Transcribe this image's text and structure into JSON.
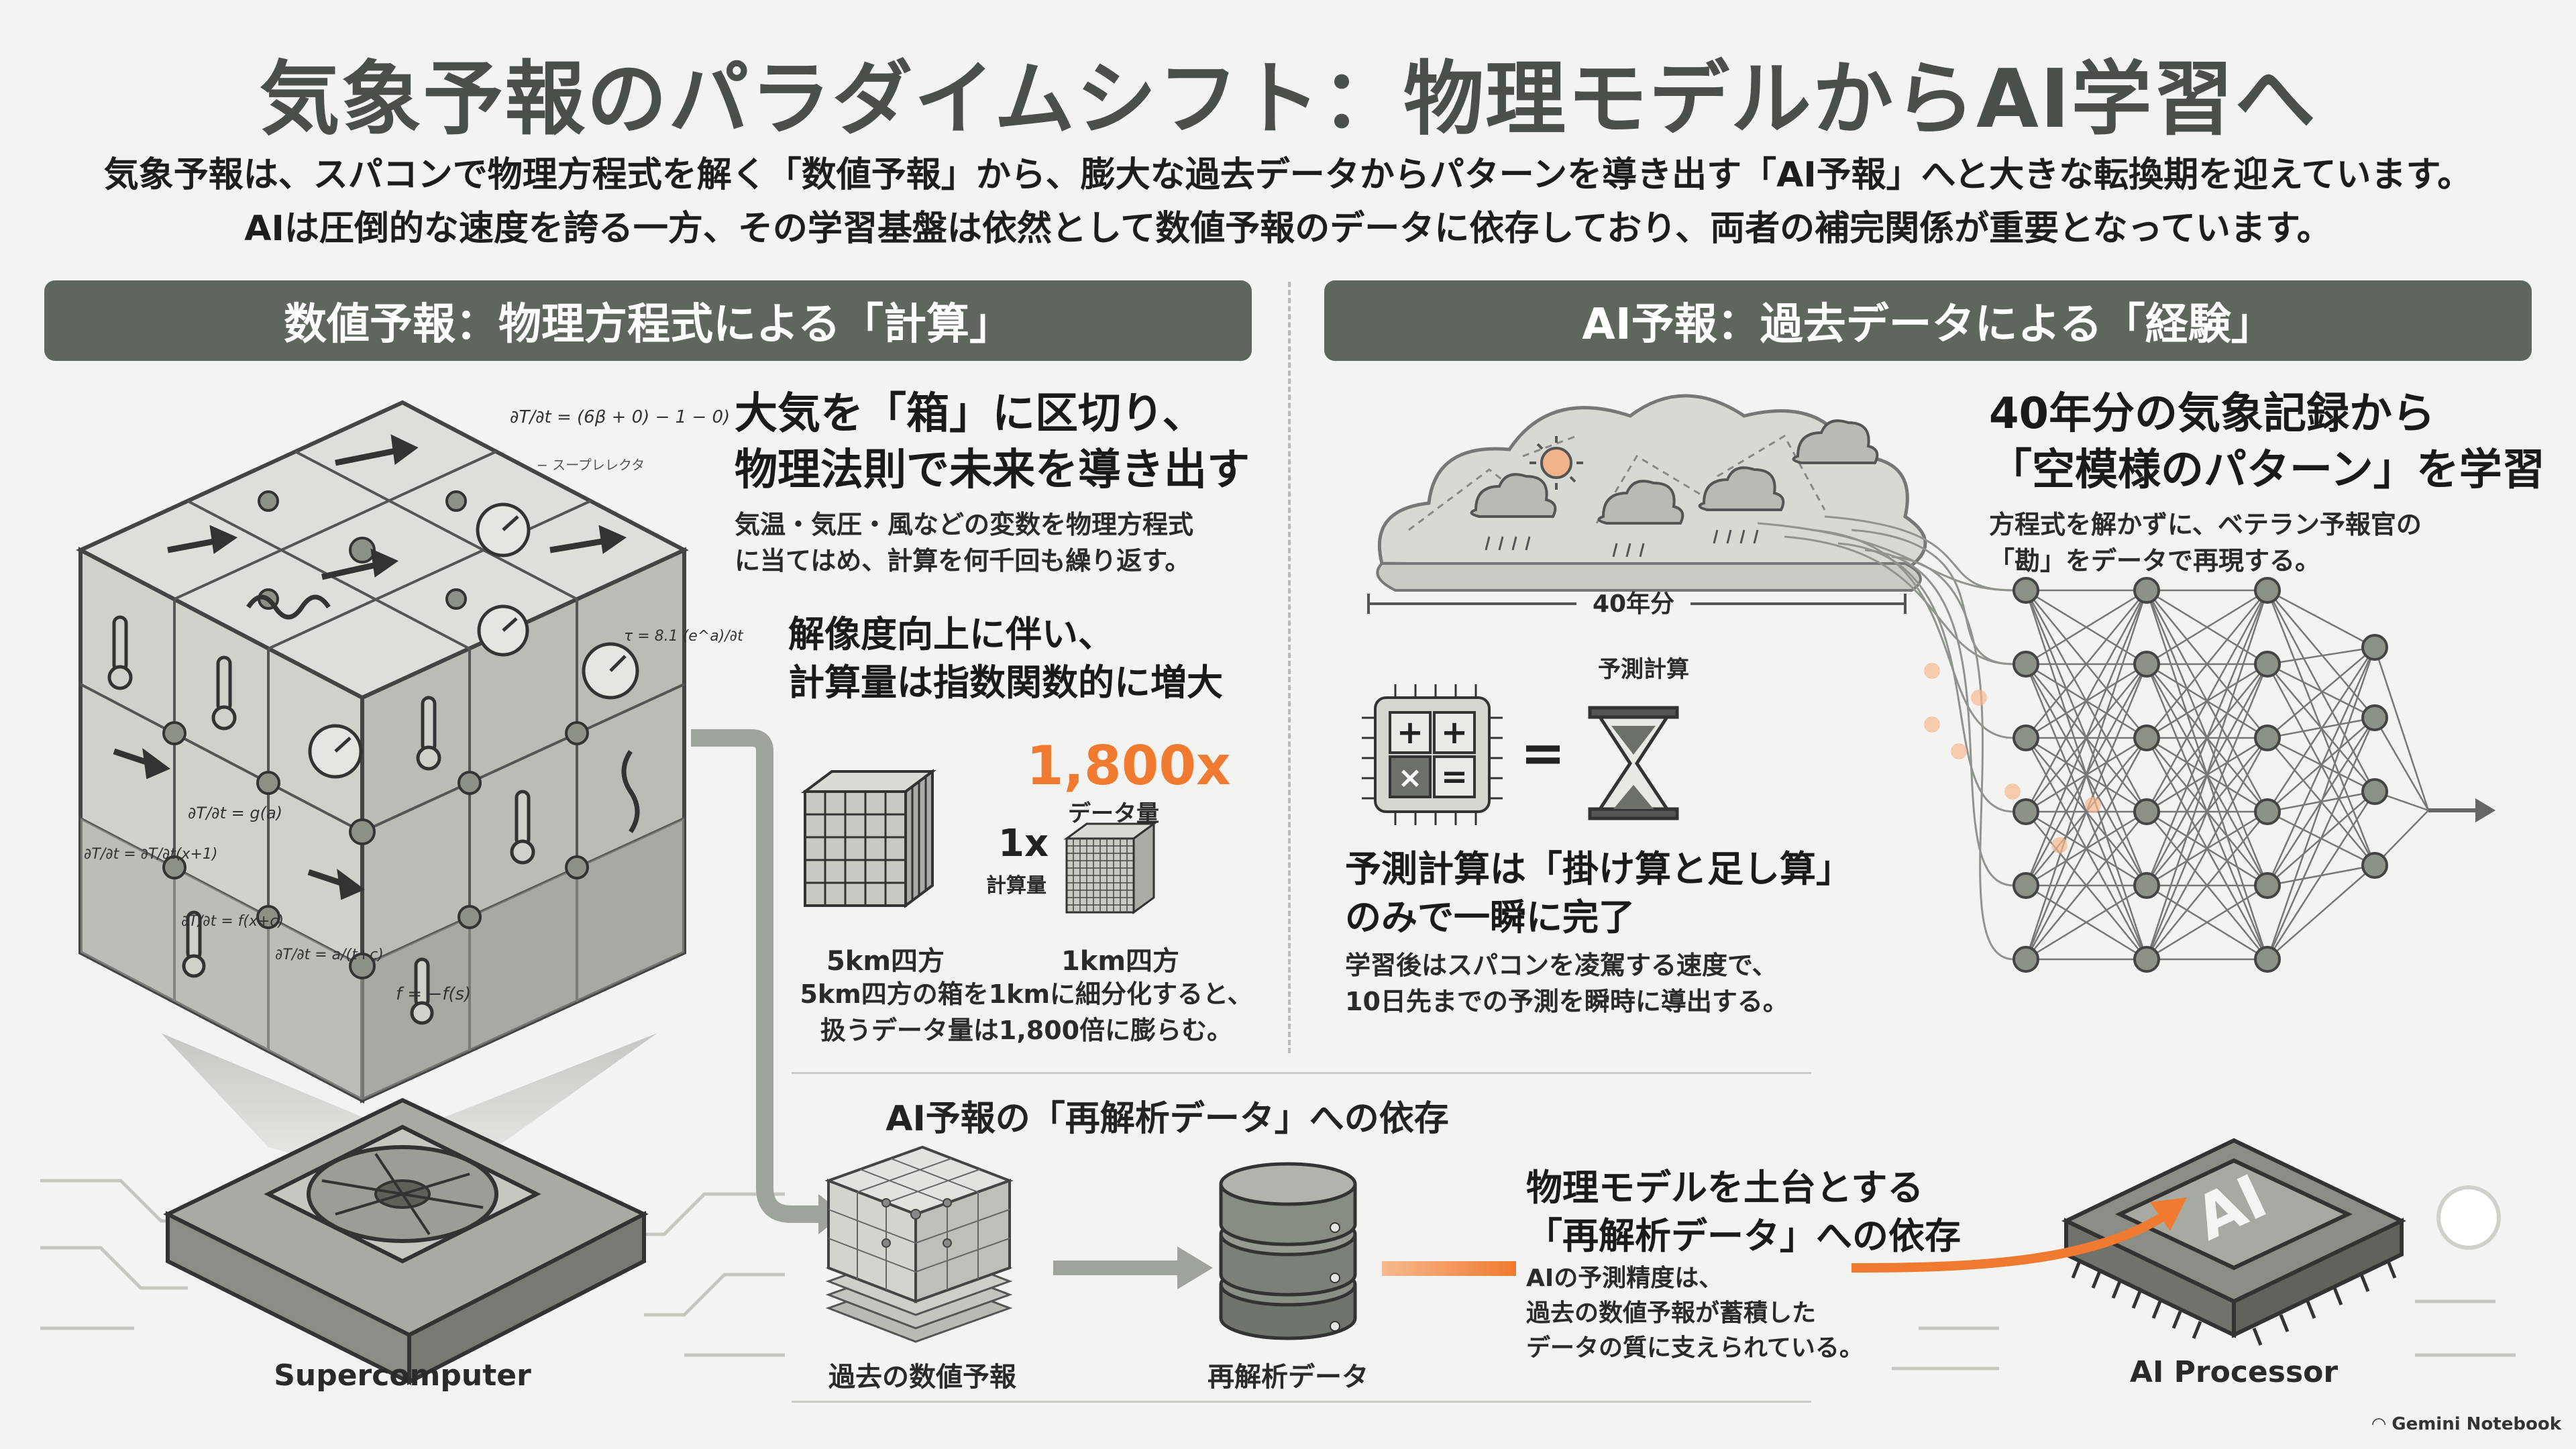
{
  "header": {
    "title": "気象予報のパラダイムシフト：物理モデルからAI学習へ",
    "intro_line1": "気象予報は、スパコンで物理方程式を解く「数値予報」から、膨大な過去データからパターンを導き出す「AI予報」へと大きな転換期を迎えています。",
    "intro_line2": "AIは圧倒的な速度を誇る一方、その学習基盤は依然として数値予報のデータに依存しており、両者の補完関係が重要となっています。"
  },
  "left": {
    "header": "数値予報：物理方程式による「計算」",
    "heading_line1": "大気を「箱」に区切り、",
    "heading_line2": "物理法則で未来を導き出す",
    "desc_line1": "気温・気圧・風などの変数を物理方程式",
    "desc_line2": "に当てはめ、計算を何千回も繰り返す。",
    "sub_line1": "解像度向上に伴い、",
    "sub_line2": "計算量は指数関数的に増大",
    "multiplier_big": "1,800x",
    "multiplier_big_label": "データ量",
    "multiplier_small": "1x",
    "multiplier_small_label": "計算量",
    "grid_coarse_label": "5km四方",
    "grid_fine_label": "1km四方",
    "note_line1": "5km四方の箱を1kmに細分化すると、",
    "note_line2": "扱うデータ量は1,800倍に膨らむ。",
    "device_label": "Supercomputer",
    "eq1": "∂T/∂t = (6β + 0) − 1 − 0)",
    "eq2": "− スープレレクタ",
    "eq3": "τ = 8.1 (e^a)/∂t",
    "eq4": "∂T/∂t = g(a)",
    "eq5": "∂T/∂t = ∂T/∂t(x+1)",
    "eq6": "∂T/∂t = f(x+c)",
    "eq7": "∂T/∂t = a/(t+c)",
    "eq8": "f = −f(s)"
  },
  "right": {
    "header": "AI予報：過去データによる「経験」",
    "heading_line1": "40年分の気象記録から",
    "heading_line2": "「空模様のパターン」を学習",
    "desc_line1": "方程式を解かずに、ベテラン予報官の",
    "desc_line2": "「勘」をデータで再現する。",
    "years_label": "40年分",
    "calc_label": "予測計算",
    "heading2_line1": "予測計算は「掛け算と足し算」",
    "heading2_line2": "のみで一瞬に完了",
    "desc2_line1": "学習後はスパコンを凌駕する速度で、",
    "desc2_line2": "10日先までの予測を瞬時に導出する。",
    "chip_text": "AI",
    "device_label": "AI Processor"
  },
  "bottom": {
    "title": "AI予報の「再解析データ」への依存",
    "past_label": "過去の数値予報",
    "reanalysis_label": "再解析データ",
    "heading_line1": "物理モデルを土台とする",
    "heading_line2": "「再解析データ」への依存",
    "desc_line1": "AIの予測精度は、",
    "desc_line2": "過去の数値予報が蓄積した",
    "desc_line3": "データの質に支えられている。"
  },
  "footer": {
    "brand": "Gemini Notebook"
  },
  "colors": {
    "header_bg": "#5f665e",
    "accent_orange": "#f07a2f",
    "cube_gray": "#c9ccc5",
    "background": "#f3f4f1"
  }
}
